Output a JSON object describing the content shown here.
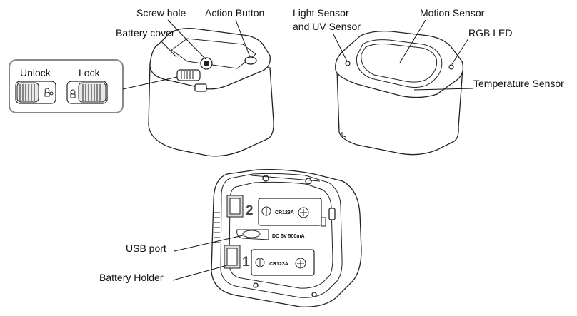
{
  "labels": {
    "screw_hole": "Screw hole",
    "action_button": "Action Button",
    "battery_cover": "Battery cover",
    "unlock": "Unlock",
    "lock": "Lock",
    "light_sensor_line1": "Light Sensor",
    "light_sensor_line2": "and UV Sensor",
    "motion_sensor": "Motion Sensor",
    "rgb_led": "RGB LED",
    "temperature_sensor": "Temperature Sensor",
    "usb_port": "USB port",
    "battery_holder": "Battery Holder"
  },
  "battery": {
    "slot1_number": "1",
    "slot2_number": "2",
    "cell_type": "CR123A",
    "dc_rating": "DC  5V  500mA"
  }
}
